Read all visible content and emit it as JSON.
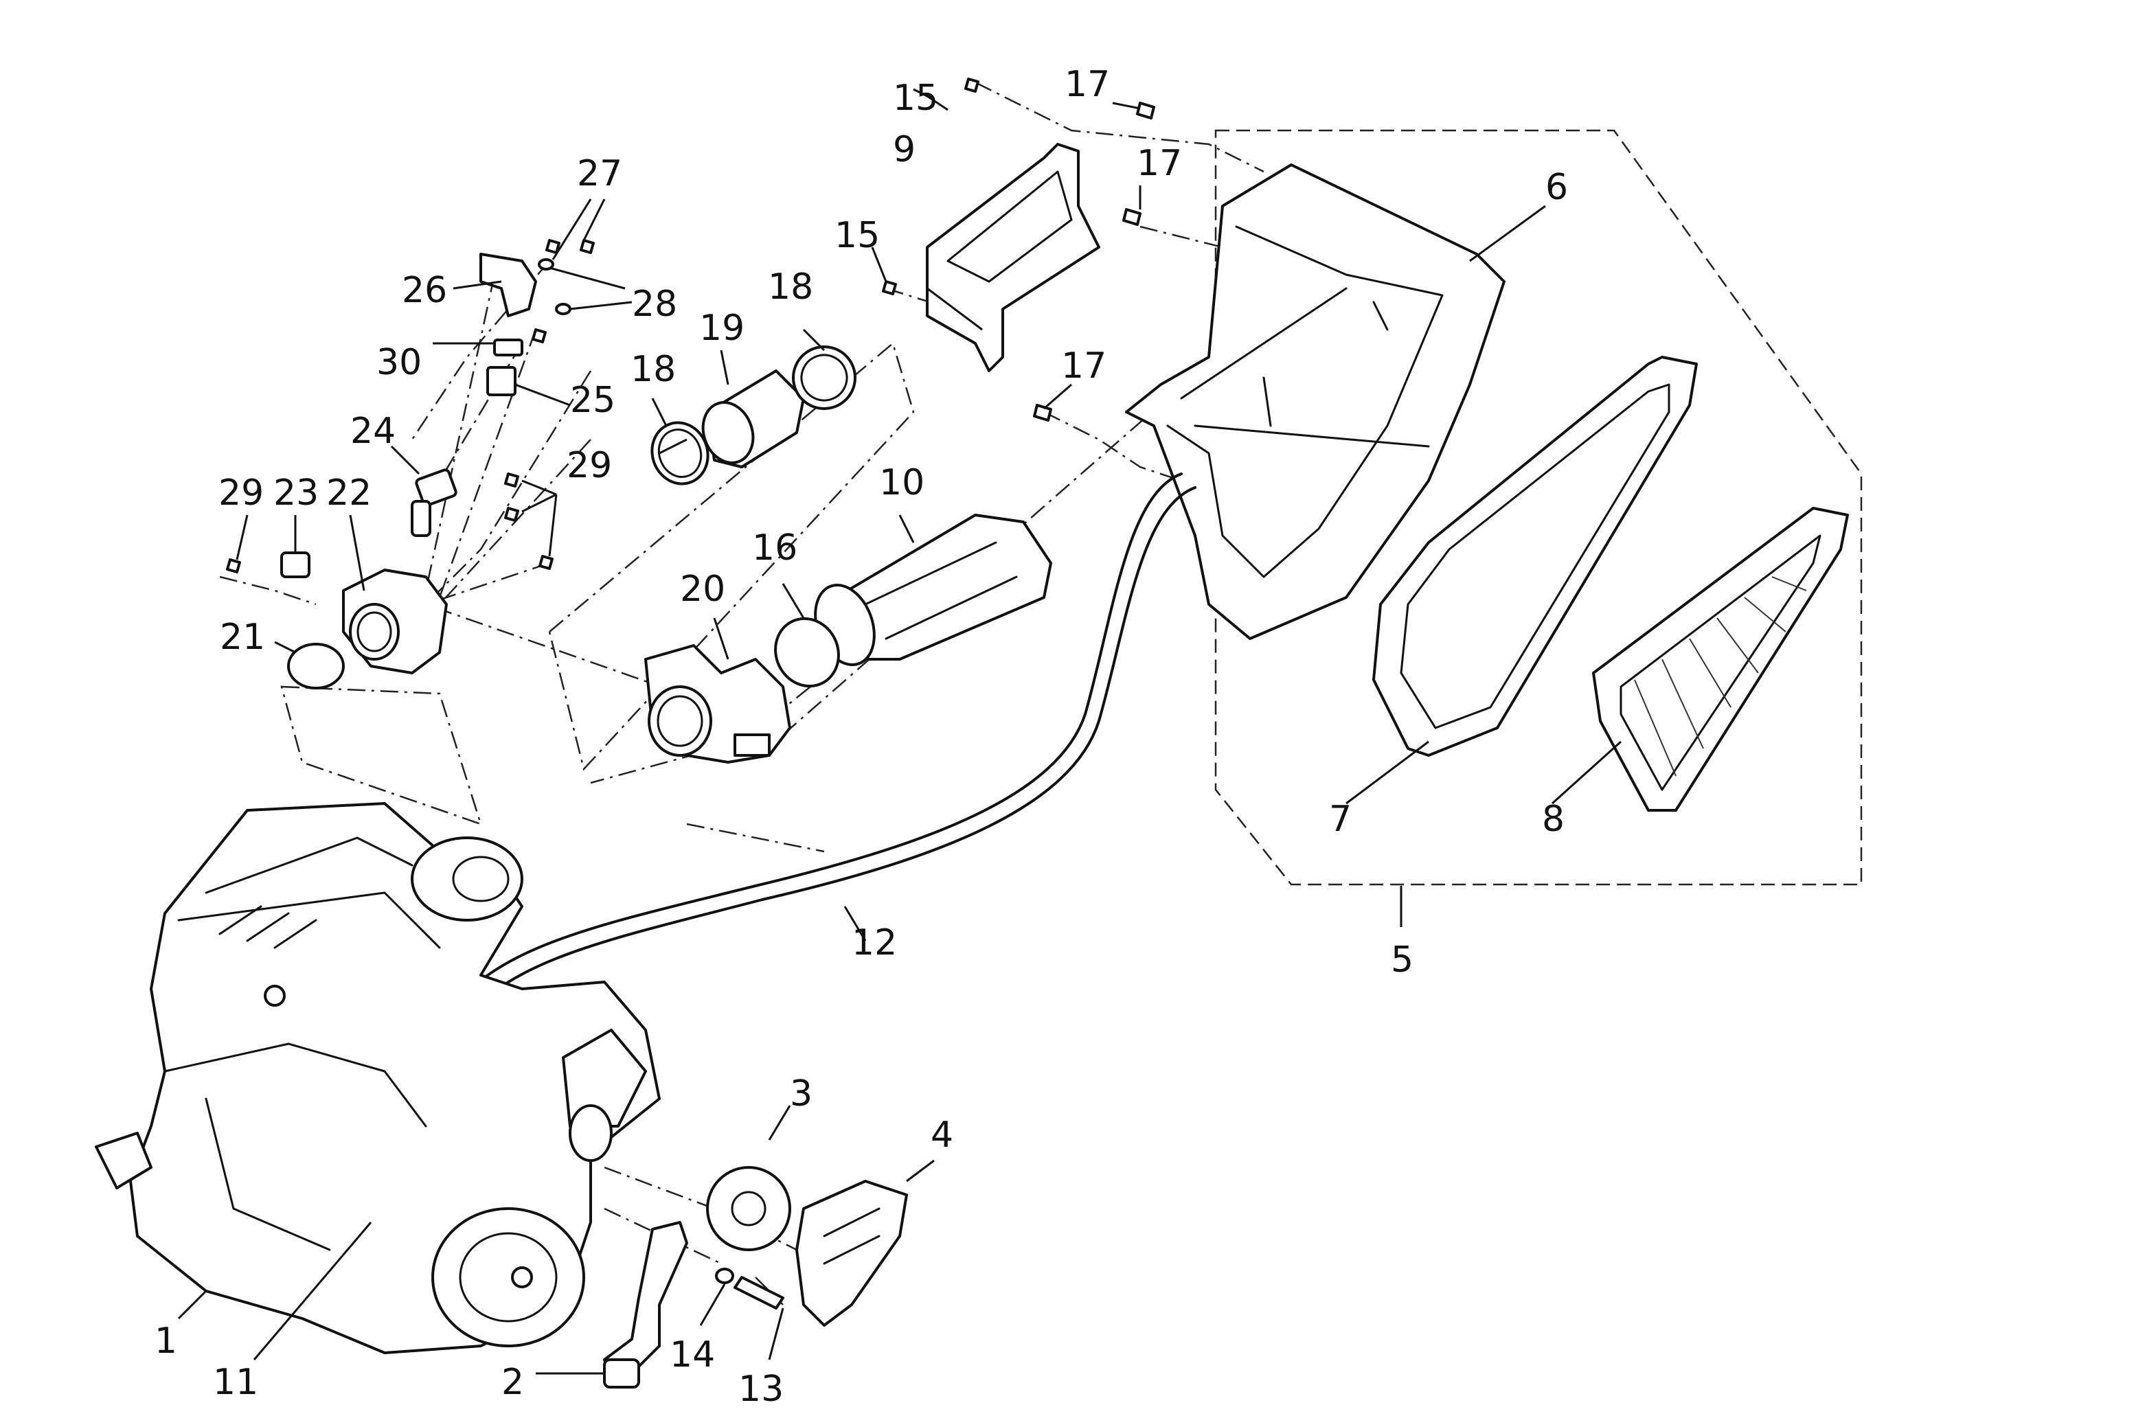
{
  "callouts": [
    {
      "id": "c1",
      "text": "1"
    },
    {
      "id": "c2",
      "text": "2"
    },
    {
      "id": "c3",
      "text": "3"
    },
    {
      "id": "c4",
      "text": "4"
    },
    {
      "id": "c5",
      "text": "5"
    },
    {
      "id": "c6",
      "text": "6"
    },
    {
      "id": "c7",
      "text": "7"
    },
    {
      "id": "c8",
      "text": "8"
    },
    {
      "id": "c9",
      "text": "9"
    },
    {
      "id": "c10",
      "text": "10"
    },
    {
      "id": "c11",
      "text": "11"
    },
    {
      "id": "c12",
      "text": "12"
    },
    {
      "id": "c13",
      "text": "13"
    },
    {
      "id": "c14",
      "text": "14"
    },
    {
      "id": "c15a",
      "text": "15"
    },
    {
      "id": "c15b",
      "text": "15"
    },
    {
      "id": "c16",
      "text": "16"
    },
    {
      "id": "c17a",
      "text": "17"
    },
    {
      "id": "c17b",
      "text": "17"
    },
    {
      "id": "c17c",
      "text": "17"
    },
    {
      "id": "c18a",
      "text": "18"
    },
    {
      "id": "c18b",
      "text": "18"
    },
    {
      "id": "c19",
      "text": "19"
    },
    {
      "id": "c20",
      "text": "20"
    },
    {
      "id": "c21",
      "text": "21"
    },
    {
      "id": "c22",
      "text": "22"
    },
    {
      "id": "c23",
      "text": "23"
    },
    {
      "id": "c24",
      "text": "24"
    },
    {
      "id": "c25",
      "text": "25"
    },
    {
      "id": "c26",
      "text": "26"
    },
    {
      "id": "c27",
      "text": "27"
    },
    {
      "id": "c28",
      "text": "28"
    },
    {
      "id": "c29a",
      "text": "29"
    },
    {
      "id": "c29b",
      "text": "29"
    },
    {
      "id": "c30",
      "text": "30"
    }
  ]
}
